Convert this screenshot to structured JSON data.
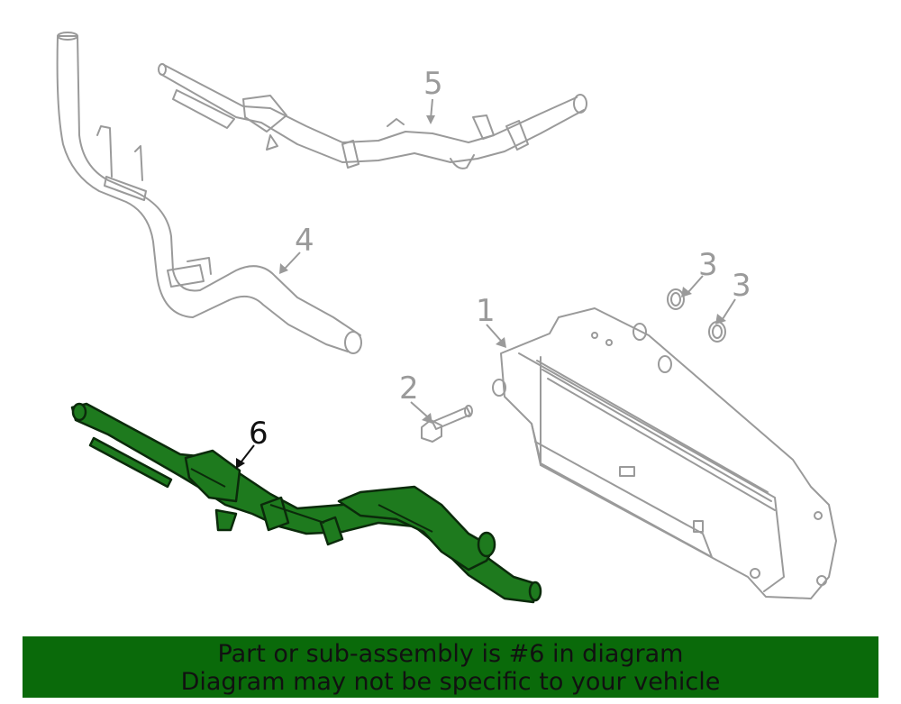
{
  "callouts": {
    "c1": "1",
    "c2": "2",
    "c3a": "3",
    "c3b": "3",
    "c4": "4",
    "c5": "5",
    "c6": "6"
  },
  "banner": {
    "line1": "Part or sub-assembly is #6 in diagram",
    "line2": "Diagram may not be specific to your vehicle"
  },
  "colors": {
    "highlight_fill": "#1e7a1e",
    "line_grey": "#9a9a9a",
    "banner_bg": "#0a6a0a"
  }
}
